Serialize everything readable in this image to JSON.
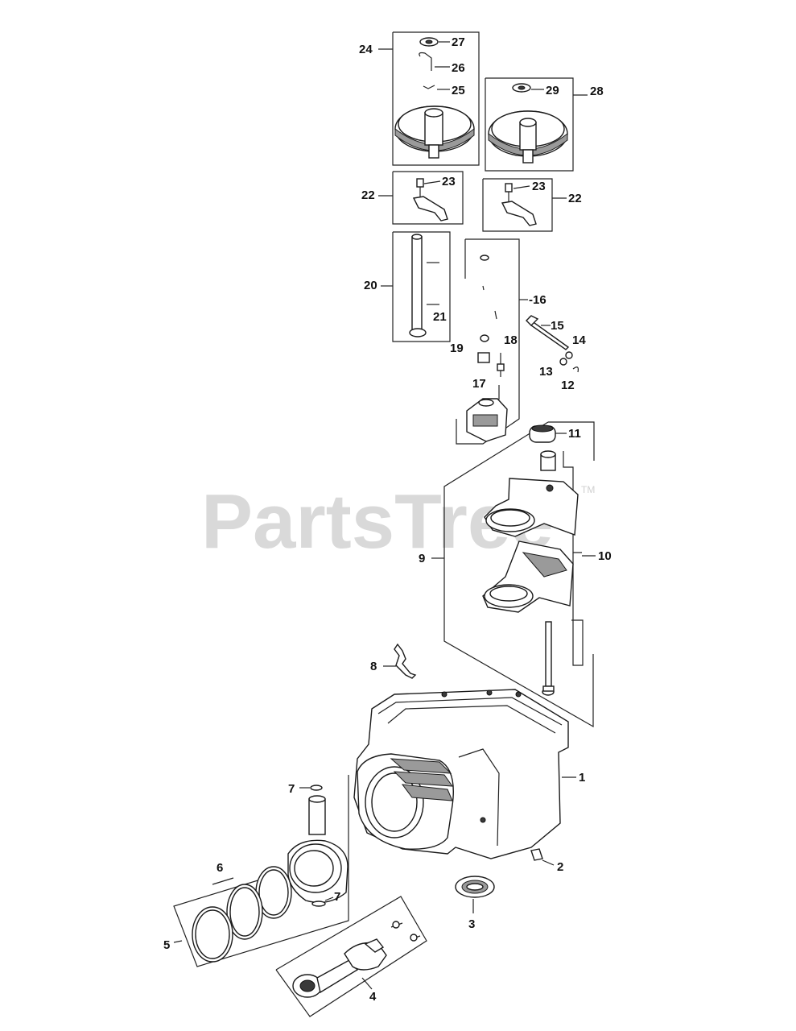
{
  "watermark": {
    "text": "PartsTree",
    "trademark": "TM"
  },
  "callouts": {
    "c1": "1",
    "c2": "2",
    "c3": "3",
    "c4": "4",
    "c5": "5",
    "c6": "6",
    "c7a": "7",
    "c7b": "7",
    "c8": "8",
    "c9": "9",
    "c10": "10",
    "c11": "11",
    "c12": "12",
    "c13": "13",
    "c14": "14",
    "c15": "15",
    "c16": "-16",
    "c17": "17",
    "c18": "18",
    "c19": "19",
    "c20": "20",
    "c21": "21",
    "c22a": "22",
    "c22b": "22",
    "c23a": "23",
    "c23b": "23",
    "c24": "24",
    "c25": "25",
    "c26": "26",
    "c27": "27",
    "c28": "28",
    "c29": "29"
  },
  "colors": {
    "line": "#222222",
    "watermark": "#d9d9d9",
    "background": "#ffffff"
  }
}
